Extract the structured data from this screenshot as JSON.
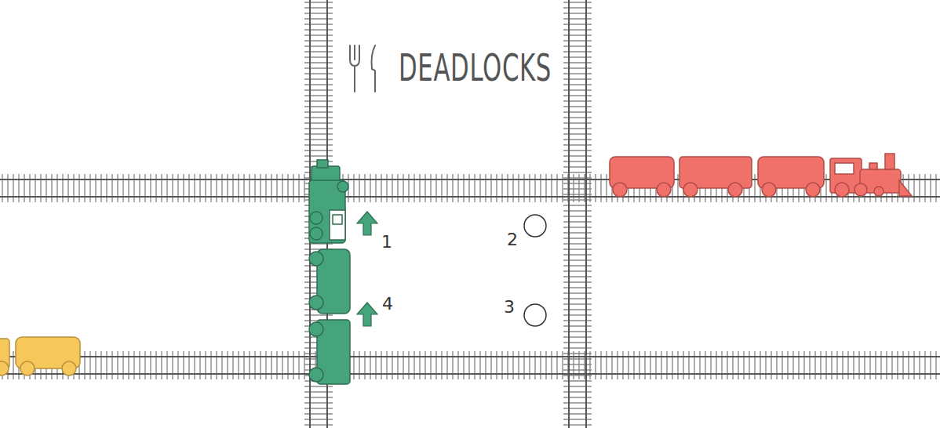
{
  "diagram": {
    "title": "DEADLOCKS",
    "labels": [
      "1",
      "2",
      "3",
      "4"
    ]
  }
}
